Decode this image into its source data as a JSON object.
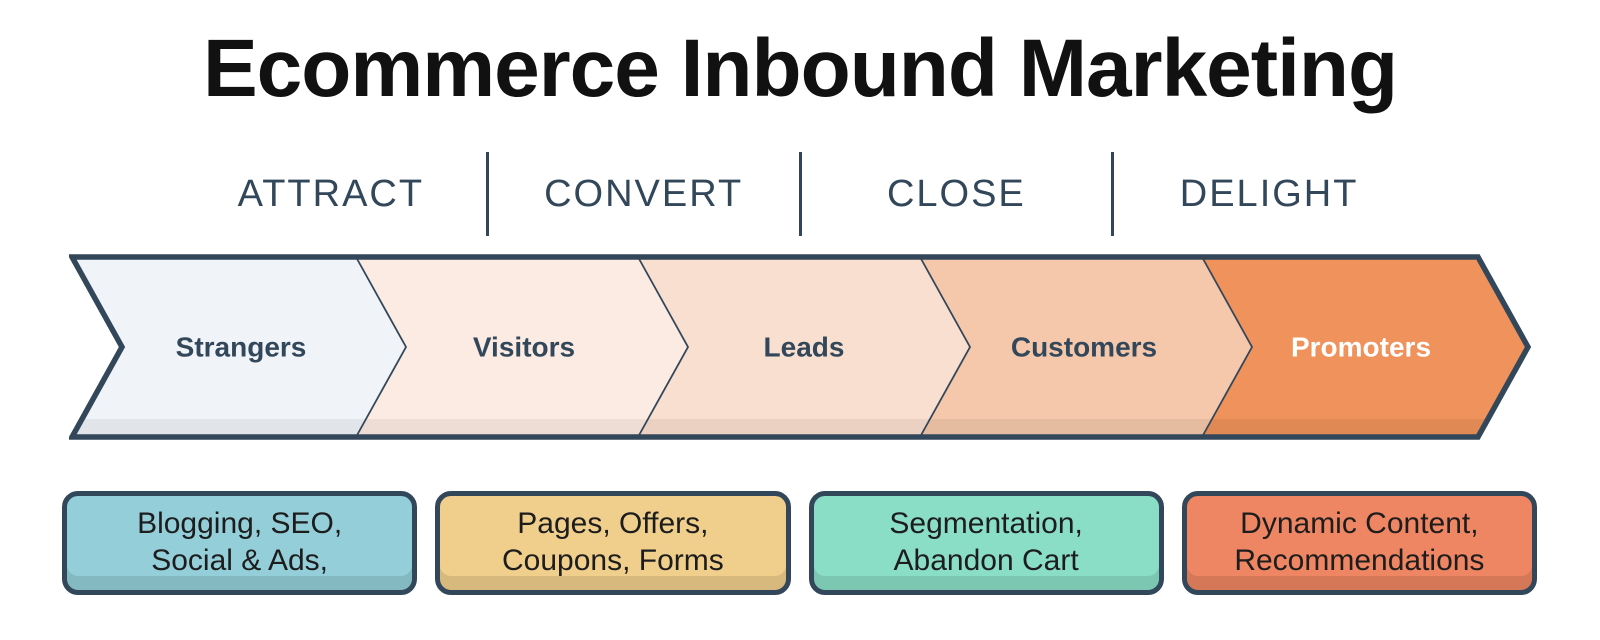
{
  "title": "Ecommerce Inbound Marketing",
  "stages": [
    {
      "label": "ATTRACT"
    },
    {
      "label": "CONVERT"
    },
    {
      "label": "CLOSE"
    },
    {
      "label": "DELIGHT"
    }
  ],
  "funnel": {
    "segments": [
      {
        "label": "Strangers",
        "fill": "#f0f3f8",
        "text_color": "#33475b"
      },
      {
        "label": "Visitors",
        "fill": "#fcebe2",
        "text_color": "#33475b"
      },
      {
        "label": "Leads",
        "fill": "#f9dfcf",
        "text_color": "#33475b"
      },
      {
        "label": "Customers",
        "fill": "#f5c8ab",
        "text_color": "#33475b"
      },
      {
        "label": "Promoters",
        "fill": "#f0925b",
        "text_color": "#ffffff"
      }
    ],
    "outline_color": "#33475b"
  },
  "tactics": [
    {
      "line1": "Blogging, SEO,",
      "line2": "Social & Ads,",
      "fill": "#93ced9"
    },
    {
      "line1": "Pages, Offers,",
      "line2": "Coupons, Forms",
      "fill": "#f0cf8d"
    },
    {
      "line1": "Segmentation,",
      "line2": "Abandon Cart",
      "fill": "#8adec6"
    },
    {
      "line1": "Dynamic Content,",
      "line2": "Recommendations",
      "fill": "#ee8663"
    }
  ],
  "colors": {
    "outline": "#33475b",
    "title": "#111111",
    "stage_label": "#33475b",
    "tactic_text": "#1d1d1d",
    "background": "#ffffff"
  }
}
